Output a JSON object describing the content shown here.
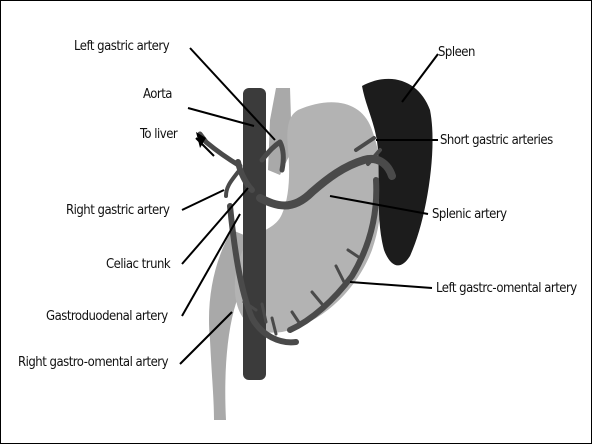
{
  "labels": {
    "left_gastric_artery": "Left gastric artery",
    "aorta": "Aorta",
    "to_liver": "To liver",
    "right_gastric_artery": "Right gastric artery",
    "celiac_trunk": "Celiac trunk",
    "gastroduodenal_artery": "Gastroduodenal artery",
    "right_gastro_omental_artery": "Right gastro-omental artery",
    "spleen": "Spleen",
    "short_gastric_arteries": "Short gastric arteries",
    "splenic_artery": "Splenic artery",
    "left_gastro_omental_artery": "Left gastrc-omental artery"
  },
  "colors": {
    "stomach": "#b3b3b3",
    "duodenum": "#a9a9a9",
    "aorta": "#3b3b3b",
    "spleen": "#1c1c1c",
    "arteries": "#4a4a4a",
    "leader_lines": "#000000"
  }
}
